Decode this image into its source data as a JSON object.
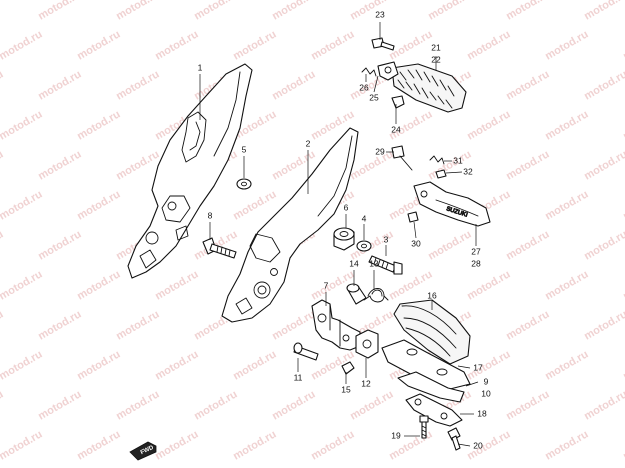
{
  "watermark": "motod.ru",
  "direction_marker": "FWD",
  "callouts": [
    {
      "id": "c1",
      "label": "1"
    },
    {
      "id": "c2",
      "label": "2"
    },
    {
      "id": "c3",
      "label": "3"
    },
    {
      "id": "c4",
      "label": "4"
    },
    {
      "id": "c5",
      "label": "5"
    },
    {
      "id": "c6",
      "label": "6"
    },
    {
      "id": "c7",
      "label": "7"
    },
    {
      "id": "c8",
      "label": "8"
    },
    {
      "id": "c9",
      "label": "9"
    },
    {
      "id": "c10",
      "label": "10"
    },
    {
      "id": "c11",
      "label": "11"
    },
    {
      "id": "c12",
      "label": "12"
    },
    {
      "id": "c13",
      "label": "13"
    },
    {
      "id": "c14",
      "label": "14"
    },
    {
      "id": "c15",
      "label": "15"
    },
    {
      "id": "c16",
      "label": "16"
    },
    {
      "id": "c17",
      "label": "17"
    },
    {
      "id": "c18",
      "label": "18"
    },
    {
      "id": "c19",
      "label": "19"
    },
    {
      "id": "c20",
      "label": "20"
    },
    {
      "id": "c21",
      "label": "21"
    },
    {
      "id": "c22",
      "label": "22"
    },
    {
      "id": "c23",
      "label": "23"
    },
    {
      "id": "c24",
      "label": "24"
    },
    {
      "id": "c25",
      "label": "25"
    },
    {
      "id": "c26",
      "label": "26"
    },
    {
      "id": "c27",
      "label": "27"
    },
    {
      "id": "c28",
      "label": "28"
    },
    {
      "id": "c29",
      "label": "29"
    },
    {
      "id": "c30",
      "label": "30"
    },
    {
      "id": "c31",
      "label": "31"
    },
    {
      "id": "c32",
      "label": "32"
    }
  ]
}
